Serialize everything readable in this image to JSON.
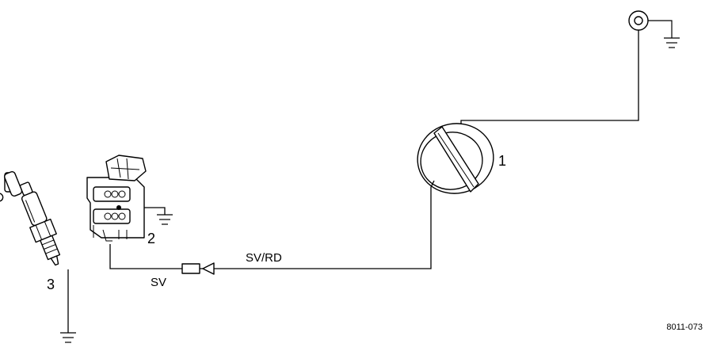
{
  "labels": {
    "ignition_switch": "1",
    "ignition_coil": "2",
    "spark_plug": "3",
    "wire_sv_rd": "SV/RD",
    "wire_sv": "SV",
    "figure_id": "8011-073"
  }
}
